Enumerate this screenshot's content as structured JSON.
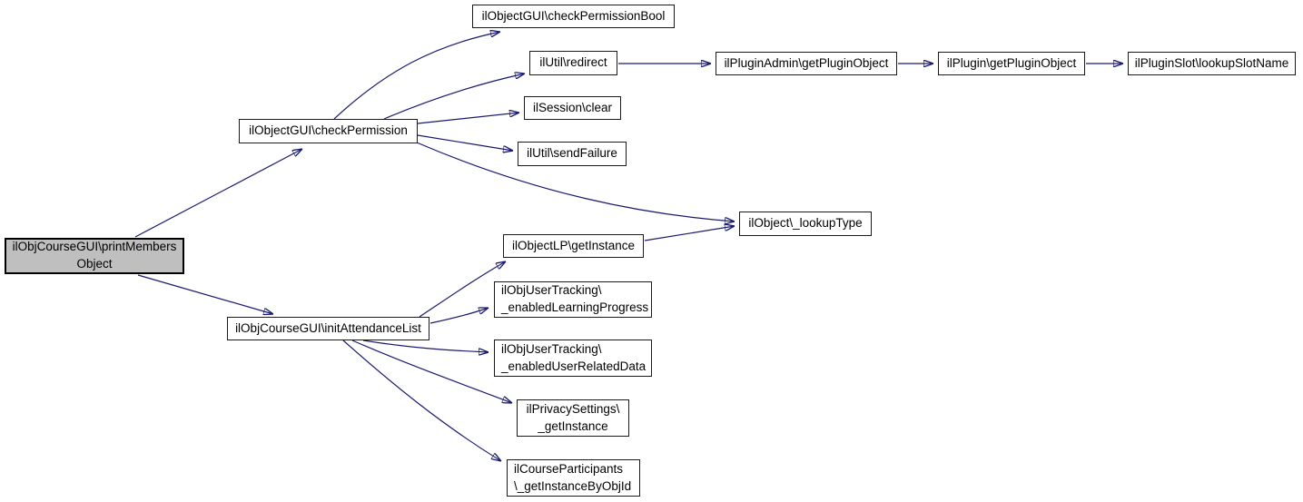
{
  "diagram": {
    "type": "call-graph",
    "background_color": "#ffffff",
    "edge_color": "#191970",
    "node_fill_color": "#ffffff",
    "root_fill_color": "#bfbfbf",
    "node_border_color": "#1a1a1a",
    "nodes": {
      "printMembersObject": {
        "label": "ilObjCourseGUI\\printMembers\nObject"
      },
      "checkPermission": {
        "label": "ilObjectGUI\\checkPermission"
      },
      "checkPermissionBool": {
        "label": "ilObjectGUI\\checkPermissionBool"
      },
      "redirect": {
        "label": "ilUtil\\redirect"
      },
      "pluginAdminGetPluginObject": {
        "label": "ilPluginAdmin\\getPluginObject"
      },
      "pluginGetPluginObject": {
        "label": "ilPlugin\\getPluginObject"
      },
      "pluginSlotLookupSlotName": {
        "label": "ilPluginSlot\\lookupSlotName"
      },
      "sessionClear": {
        "label": "ilSession\\clear"
      },
      "sendFailure": {
        "label": "ilUtil\\sendFailure"
      },
      "lookupType": {
        "label": "ilObject\\_lookupType"
      },
      "objectLPGetInstance": {
        "label": "ilObjectLP\\getInstance"
      },
      "initAttendanceList": {
        "label": "ilObjCourseGUI\\initAttendanceList"
      },
      "enabledLearningProgress": {
        "label": "ilObjUserTracking\\\n_enabledLearningProgress"
      },
      "enabledUserRelatedData": {
        "label": "ilObjUserTracking\\\n_enabledUserRelatedData"
      },
      "privacyGetInstance": {
        "label": "ilPrivacySettings\\\n_getInstance"
      },
      "courseParticipantsGetInstanceByObjId": {
        "label": "ilCourseParticipants\n\\_getInstanceByObjId"
      }
    },
    "edges": [
      {
        "from": "printMembersObject",
        "to": "checkPermission"
      },
      {
        "from": "printMembersObject",
        "to": "initAttendanceList"
      },
      {
        "from": "checkPermission",
        "to": "checkPermissionBool"
      },
      {
        "from": "checkPermission",
        "to": "redirect"
      },
      {
        "from": "checkPermission",
        "to": "sessionClear"
      },
      {
        "from": "checkPermission",
        "to": "sendFailure"
      },
      {
        "from": "checkPermission",
        "to": "lookupType"
      },
      {
        "from": "redirect",
        "to": "pluginAdminGetPluginObject"
      },
      {
        "from": "pluginAdminGetPluginObject",
        "to": "pluginGetPluginObject"
      },
      {
        "from": "pluginGetPluginObject",
        "to": "pluginSlotLookupSlotName"
      },
      {
        "from": "initAttendanceList",
        "to": "objectLPGetInstance"
      },
      {
        "from": "objectLPGetInstance",
        "to": "lookupType"
      },
      {
        "from": "initAttendanceList",
        "to": "enabledLearningProgress"
      },
      {
        "from": "initAttendanceList",
        "to": "enabledUserRelatedData"
      },
      {
        "from": "initAttendanceList",
        "to": "privacyGetInstance"
      },
      {
        "from": "initAttendanceList",
        "to": "courseParticipantsGetInstanceByObjId"
      }
    ]
  }
}
